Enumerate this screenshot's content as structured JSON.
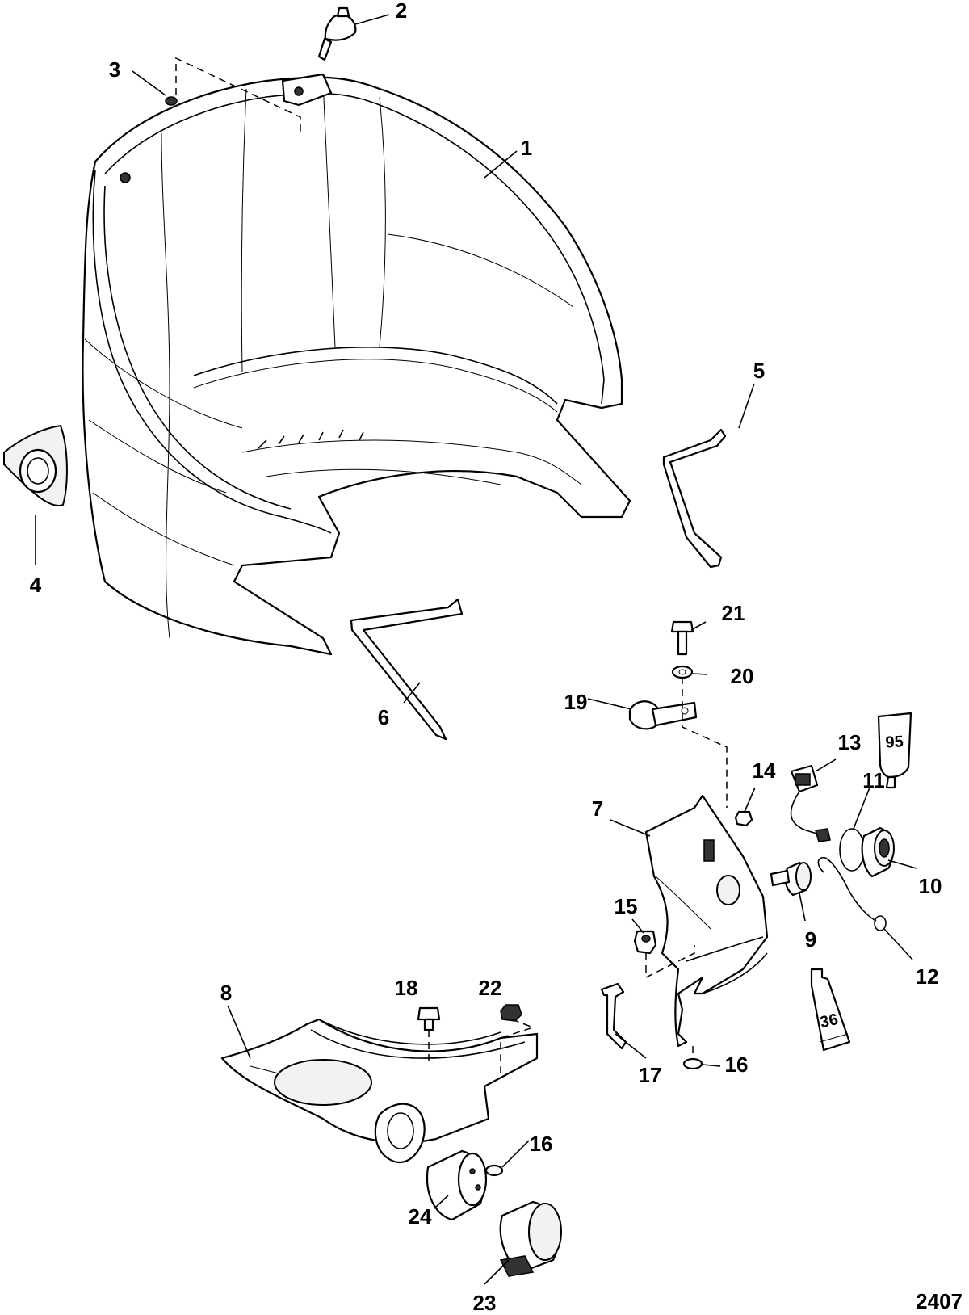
{
  "callouts": {
    "c1": "1",
    "c2": "2",
    "c3": "3",
    "c4": "4",
    "c5": "5",
    "c6": "6",
    "c7": "7",
    "c8": "8",
    "c9": "9",
    "c10": "10",
    "c11": "11",
    "c12": "12",
    "c13": "13",
    "c14": "14",
    "c15": "15",
    "c16a": "16",
    "c16b": "16",
    "c17": "17",
    "c18": "18",
    "c19": "19",
    "c20": "20",
    "c21": "21",
    "c22": "22",
    "c23": "23",
    "c24": "24"
  },
  "tube_labels": {
    "t95": "95",
    "t36": "36"
  },
  "figure_ref": "2407"
}
